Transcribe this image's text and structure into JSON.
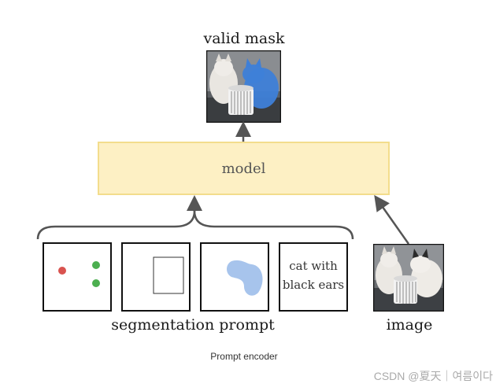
{
  "diagram": {
    "output_title": "valid mask",
    "model_label": "model",
    "text_prompt_line1": "cat with",
    "text_prompt_line2": "black ears",
    "segmentation_label": "segmentation prompt",
    "image_label": "image",
    "caption": "Prompt encoder",
    "watermark": "CSDN @夏天｜여름이다",
    "colors": {
      "model_fill": "#fdf0c4",
      "model_border": "#f3dd8c",
      "point_red": "#d9534f",
      "point_green": "#4caf50",
      "mask_blob": "#a7c4ec",
      "arrow": "#555555"
    }
  }
}
